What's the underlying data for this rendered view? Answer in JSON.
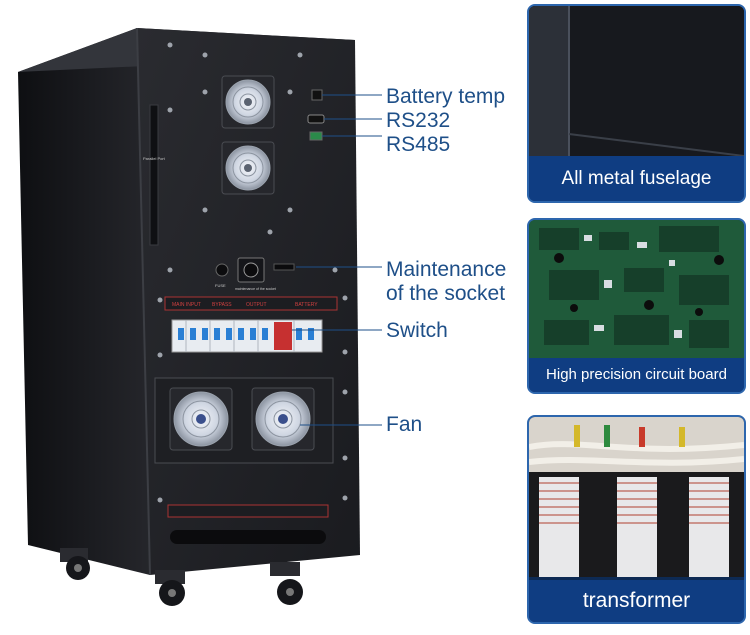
{
  "callouts": {
    "battery_temp": "Battery temp",
    "rs232": "RS232",
    "rs485": "RS485",
    "maintenance_line1": "Maintenance",
    "maintenance_line2": "of the socket",
    "switch": "Switch",
    "fan": "Fan"
  },
  "panel_text": {
    "parallel_port": "Parallel Port",
    "fuse": "FUSE",
    "maintenance_socket": "maintenance of the socket",
    "main_input": "MAIN INPUT",
    "bypass": "BYPASS",
    "output": "OUTPUT",
    "battery": "BATTERY"
  },
  "cards": [
    {
      "caption": "All metal fuselage"
    },
    {
      "caption": "High precision circuit board"
    },
    {
      "caption": "transformer"
    }
  ],
  "colors": {
    "callout_text": "#1e4f88",
    "card_border": "#2d66ad",
    "caption_bg": "#0f3d82",
    "cabinet": "#1b1c20"
  }
}
